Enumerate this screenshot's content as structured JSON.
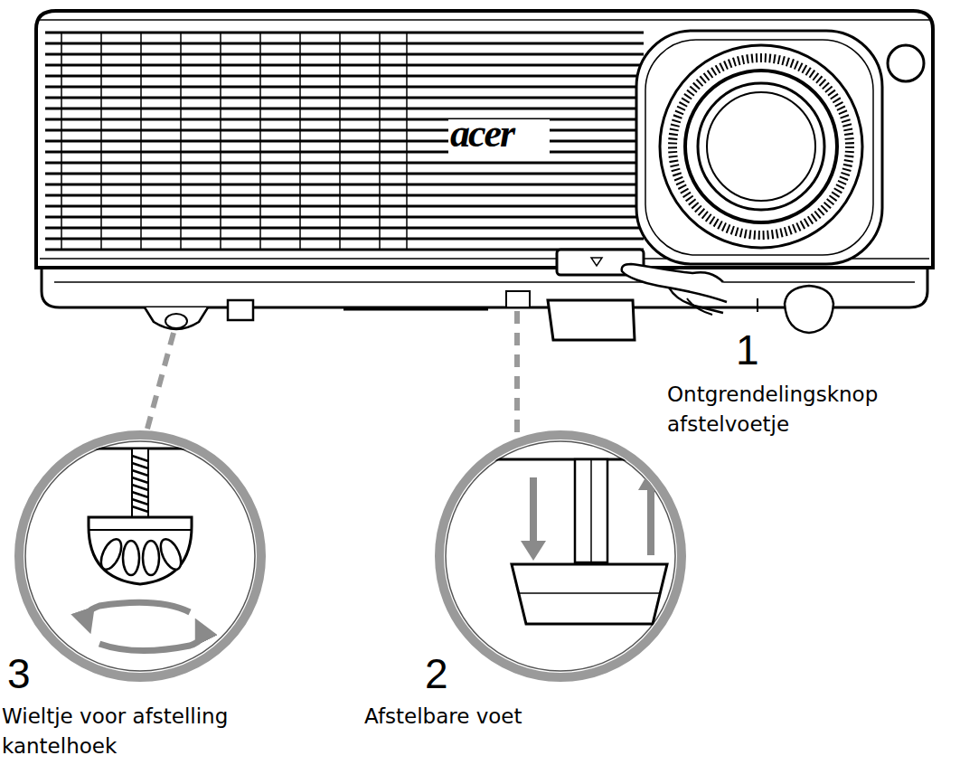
{
  "diagram": {
    "labels": [
      "acer",
      "1",
      "Ontgrendelingsknop afstelvoetje",
      "2",
      "Afstelbare voet",
      "3",
      "Wieltje voor afstelling kantelhoek"
    ]
  }
}
